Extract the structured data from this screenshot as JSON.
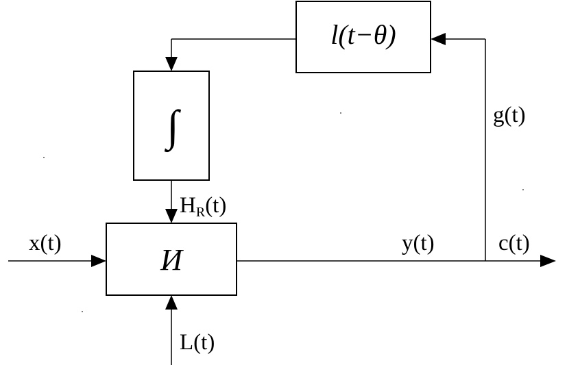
{
  "blocks": {
    "delay": {
      "text": "l(t−θ)"
    },
    "integrator": {
      "text": "∫"
    },
    "main": {
      "text": "И"
    }
  },
  "signals": {
    "x": "x(t)",
    "hr_main": "H",
    "hr_sub": "R",
    "hr_tail": "(t)",
    "l": "L(t)",
    "y": "y(t)",
    "c": "c(t)",
    "g": "g(t)"
  }
}
